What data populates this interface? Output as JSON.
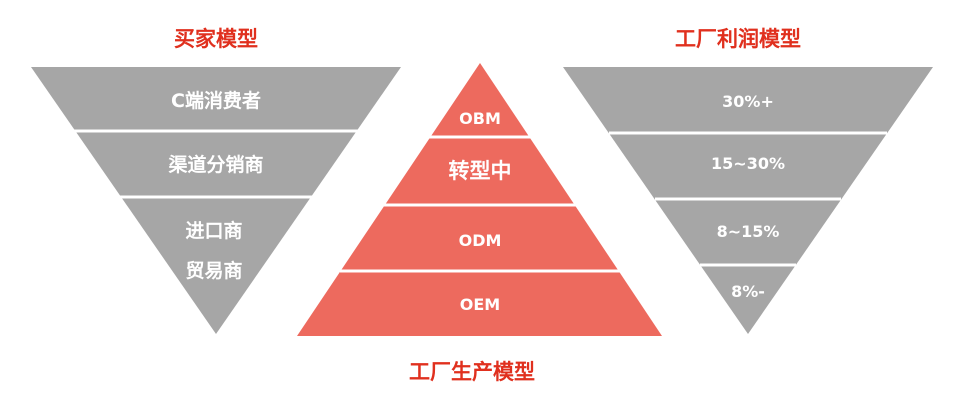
{
  "buyer_model": {
    "title": "买家模型",
    "tiers": [
      "C端消费者",
      "渠道分销商",
      "进口商",
      "贸易商"
    ]
  },
  "factory_production_model": {
    "title": "工厂生产模型",
    "tiers": [
      "OBM",
      "转型中",
      "ODM",
      "OEM"
    ]
  },
  "factory_profit_model": {
    "title": "工厂利润模型",
    "tiers": [
      "30%+",
      "15~30%",
      "8~15%",
      "8%-"
    ]
  },
  "colors": {
    "title": "#e0301e",
    "funnel_gray": "#a6a6a6",
    "pyramid_red": "#ed6a5e",
    "label": "#ffffff"
  }
}
